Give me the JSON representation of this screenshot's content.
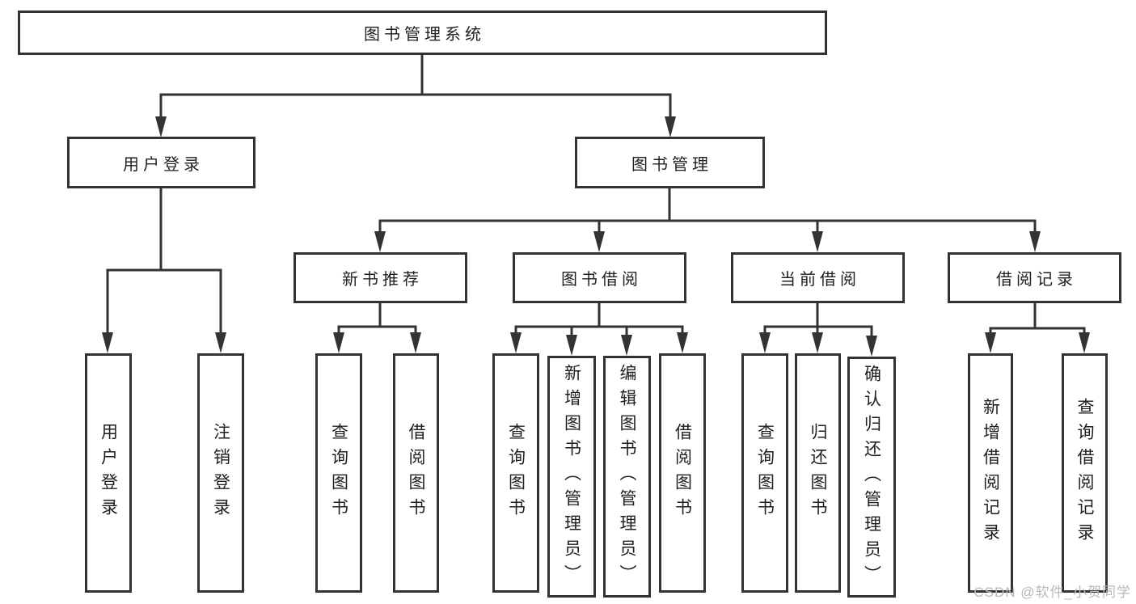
{
  "diagram": {
    "root": "图书管理系统",
    "branches": [
      {
        "label": "用户登录",
        "children": [
          "用户登录",
          "注销登录"
        ]
      },
      {
        "label": "图书管理",
        "groups": [
          {
            "label": "新书推荐",
            "children": [
              "查询图书",
              "借阅图书"
            ]
          },
          {
            "label": "图书借阅",
            "children": [
              "查询图书",
              "新增图书（管理员）",
              "编辑图书（管理员）",
              "借阅图书"
            ]
          },
          {
            "label": "当前借阅",
            "children": [
              "查询图书",
              "归还图书",
              "确认归还（管理员）"
            ]
          },
          {
            "label": "借阅记录",
            "children": [
              "新增借阅记录",
              "查询借阅记录"
            ]
          }
        ]
      }
    ]
  },
  "watermark": "CSDN @软件_小贺同学",
  "colors": {
    "line": "#333333",
    "text": "#1f1f1f",
    "watermark": "#b9b9b9",
    "background": "#ffffff"
  }
}
